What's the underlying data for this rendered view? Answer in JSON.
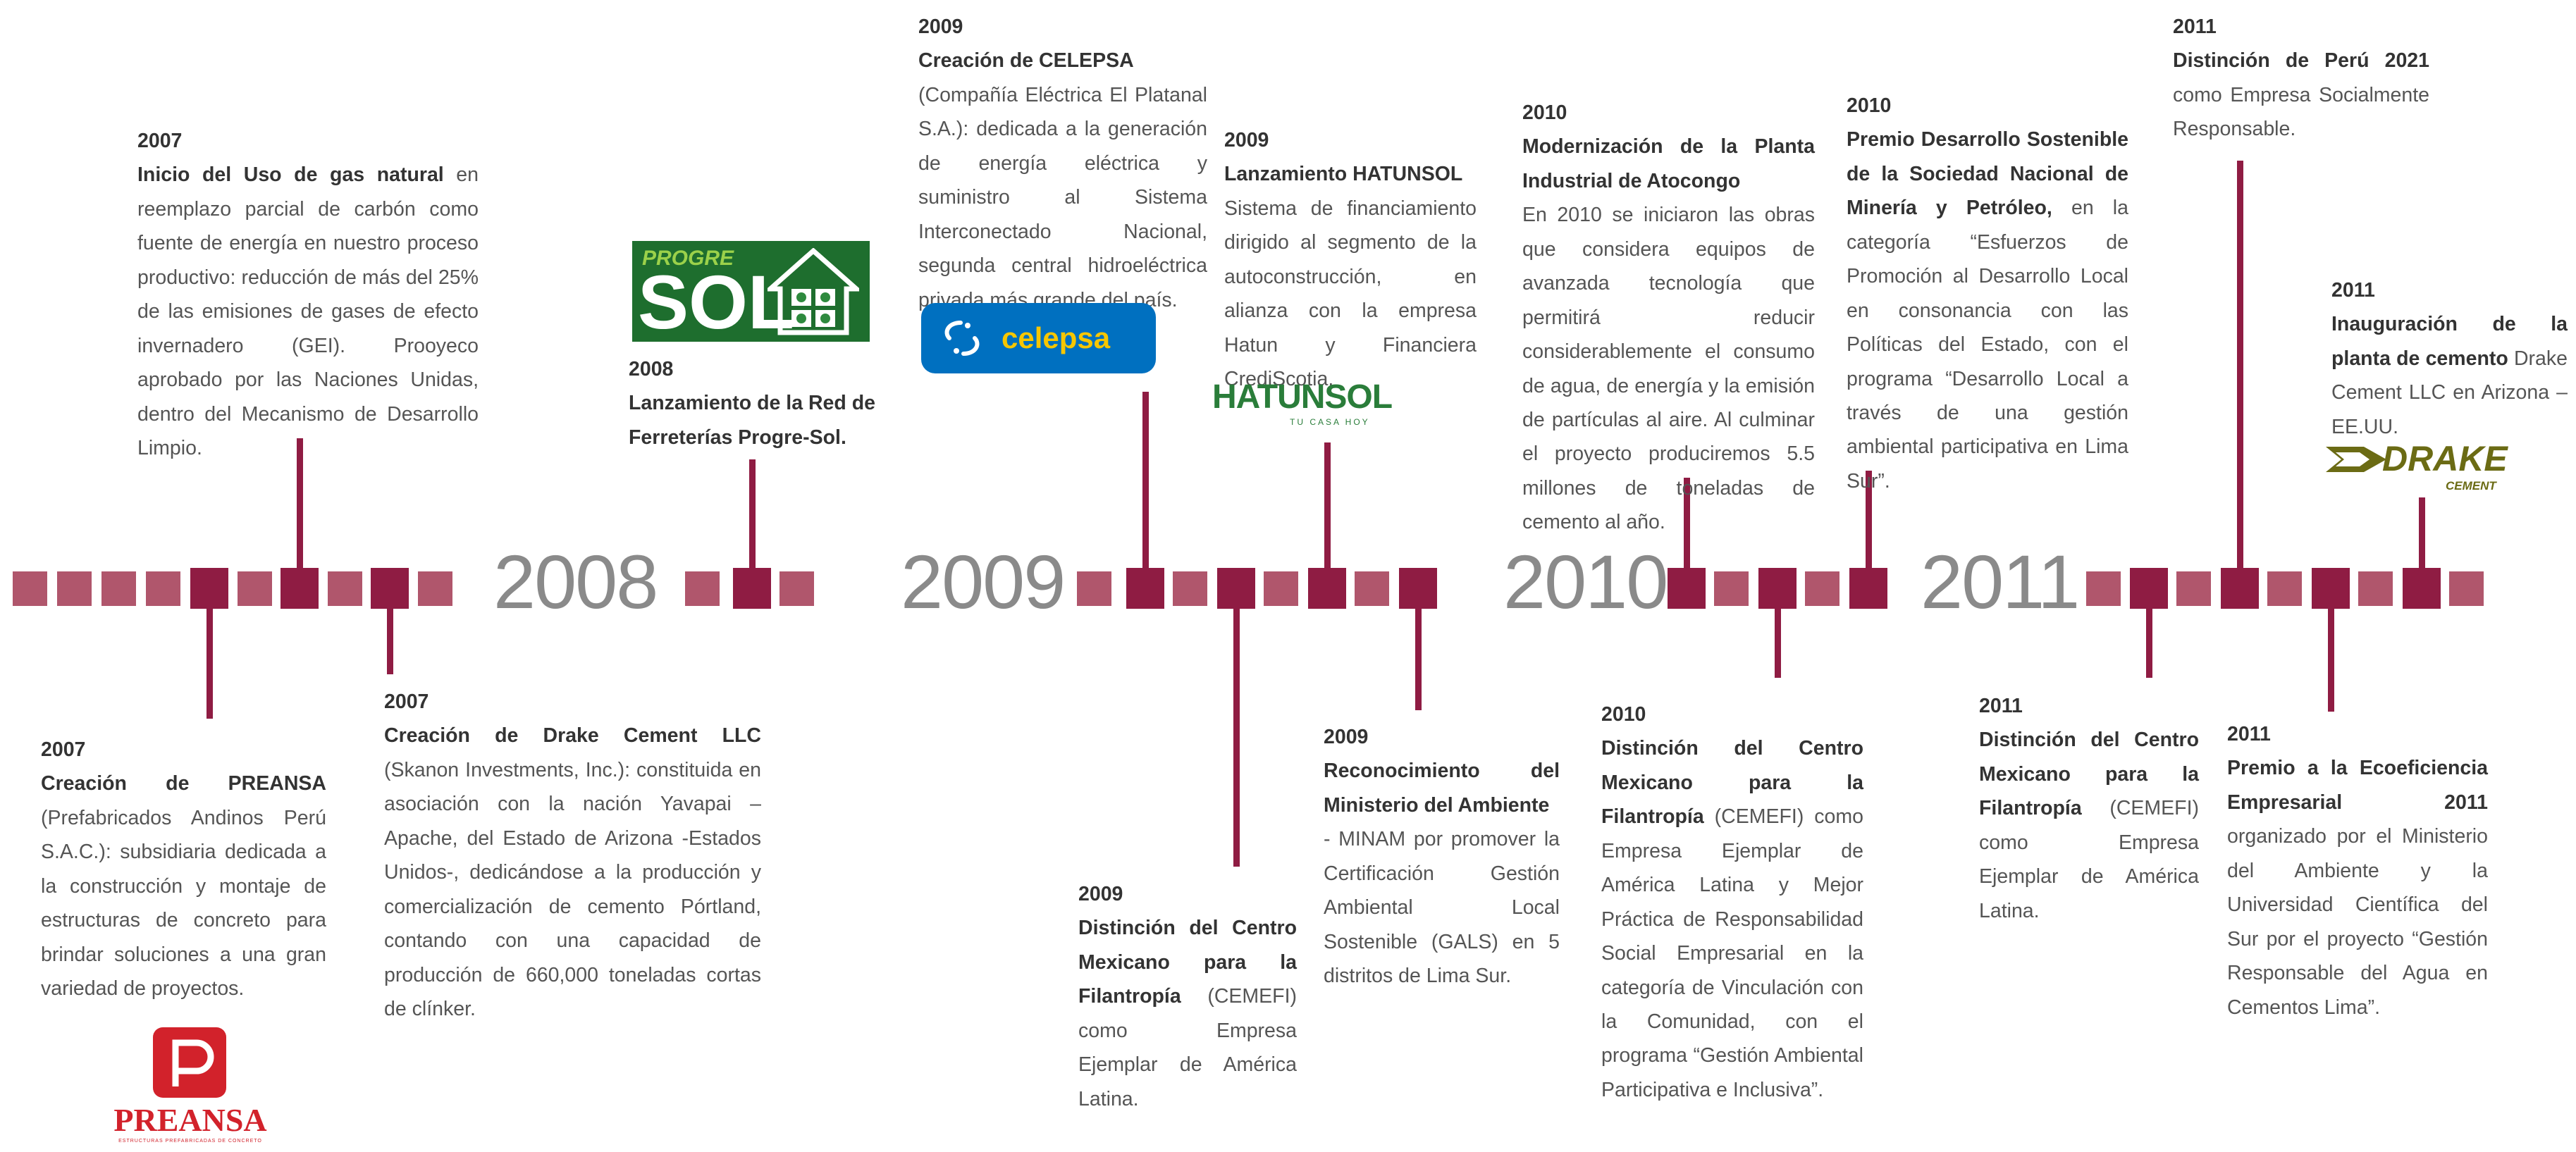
{
  "years": {
    "y2008": "2008",
    "y2009": "2009",
    "y2010": "2010",
    "y2011": "2011"
  },
  "events": {
    "e2007_gas": {
      "year": "2007",
      "bold": "Inicio del Uso de gas natural",
      "text": " en reemplazo parcial de carbón como fuente de energía en nuestro proceso productivo: reducción de más del 25% de las emisiones de gases de efecto invernadero (GEI). Prooyeco aprobado por las Naciones Unidas, dentro del Mecanismo de Desarrollo Limpio."
    },
    "e2007_preansa": {
      "year": "2007",
      "bold": "Creación de PREANSA",
      "text": " (Prefabricados Andinos Perú S.A.C.): subsidiaria dedicada a la construcción y montaje de estructuras de concreto para brindar soluciones a una gran variedad de proyectos."
    },
    "e2007_drake": {
      "year": "2007",
      "bold": "Creación de Drake Cement LLC",
      "text": " (Skanon Investments, Inc.): constituida en asociación con la nación Yavapai – Apache, del Estado de Arizona -Estados Unidos-, dedicándose a la producción y comercialización de cemento Pórtland, contando con una capacidad de producción de 660,000 toneladas cortas de clínker."
    },
    "e2008_progresol": {
      "year": "2008",
      "bold": "Lanzamiento de la Red de Ferreterías Progre-Sol.",
      "text": ""
    },
    "e2009_celepsa": {
      "year": "2009",
      "bold": "Creación de CELEPSA",
      "text": "(Compañía Eléctrica El Platanal S.A.): dedicada a la generación de energía eléctrica y suministro al Sistema Interconectado Nacional, segunda central hidroeléctrica privada más grande del país."
    },
    "e2009_hatunsol": {
      "year": "2009",
      "bold": "Lanzamiento HATUNSOL",
      "text": "Sistema de financiamiento dirigido al segmento de la autoconstrucción, en alianza con la empresa Hatun y Financiera CrediScotia."
    },
    "e2009_cemefi": {
      "year": "2009",
      "bold": "Distinción del Centro Mexicano para la Filantropía",
      "text": " (CEMEFI) como Empresa Ejemplar de América Latina."
    },
    "e2009_minam": {
      "year": "2009",
      "bold": "Reconocimiento del Ministerio del Ambiente",
      "text": "- MINAM por promover la Certificación Gestión Ambiental Local Sostenible (GALS) en 5 distritos de Lima Sur."
    },
    "e2010_atocongo": {
      "year": "2010",
      "bold": "Modernización de la Planta Industrial de Atocongo",
      "text": "En 2010 se iniciaron las obras que considera equipos de avanzada tecnología que permitirá reducir considerablemente el consumo de agua, de energía y la emisión de partículas al aire. Al culminar el proyecto produciremos 5.5 millones de toneladas de cemento al año."
    },
    "e2010_cemefi": {
      "year": "2010",
      "bold": "Distinción del Centro Mexicano para la Filantropía",
      "text": " (CEMEFI) como Empresa Ejemplar de América Latina y Mejor Práctica de Responsabilidad Social Empresarial en la categoría de Vinculación con la Comunidad, con el programa “Gestión Ambiental Participativa e Inclusiva”."
    },
    "e2010_snmpe": {
      "year": "2010",
      "bold": "Premio Desarrollo Sostenible de la Sociedad Nacional de Minería y Petróleo,",
      "text": " en la categoría “Esfuerzos de Promoción al Desarrollo Local en consonancia con las Políticas del Estado, con el programa “Desarrollo Local a través de una gestión ambiental participativa en Lima Sur”."
    },
    "e2011_peru2021": {
      "year": "2011",
      "bold": "Distinción de Perú 2021",
      "text": " como Empresa Socialmente Responsable."
    },
    "e2011_cemefi": {
      "year": "2011",
      "bold": "Distinción del Centro Mexicano para la Filantropía",
      "text": " (CEMEFI) como Empresa Ejemplar de América Latina."
    },
    "e2011_drake": {
      "year": "2011",
      "bold": "Inauguración de la planta de cemento",
      "text": " Drake Cement LLC en Arizona – EE.UU."
    },
    "e2011_ecoef": {
      "year": "2011",
      "bold": "Premio a la Ecoeficiencia Empresarial 2011",
      "text": " organizado por el Ministerio del Ambiente y la Universidad Científica del Sur por el proyecto “Gestión Responsable del Agua en Cementos Lima”."
    }
  },
  "logos": {
    "progresol": {
      "top": "PROGRE",
      "main": "SOL"
    },
    "celepsa": {
      "text": "celepsa"
    },
    "hatunsol": {
      "text": "HATUNSOL",
      "sub": "TU CASA HOY"
    },
    "drake": {
      "text": "DRAKE",
      "sub": "CEMENT"
    },
    "preansa": {
      "text": "PREANSA",
      "sub": "ESTRUCTURAS PREFABRICADAS DE CONCRETO"
    }
  },
  "colors": {
    "dark": "#8f1c43",
    "light": "#b0566c",
    "year": "#8a8a8a",
    "text": "#555555"
  }
}
